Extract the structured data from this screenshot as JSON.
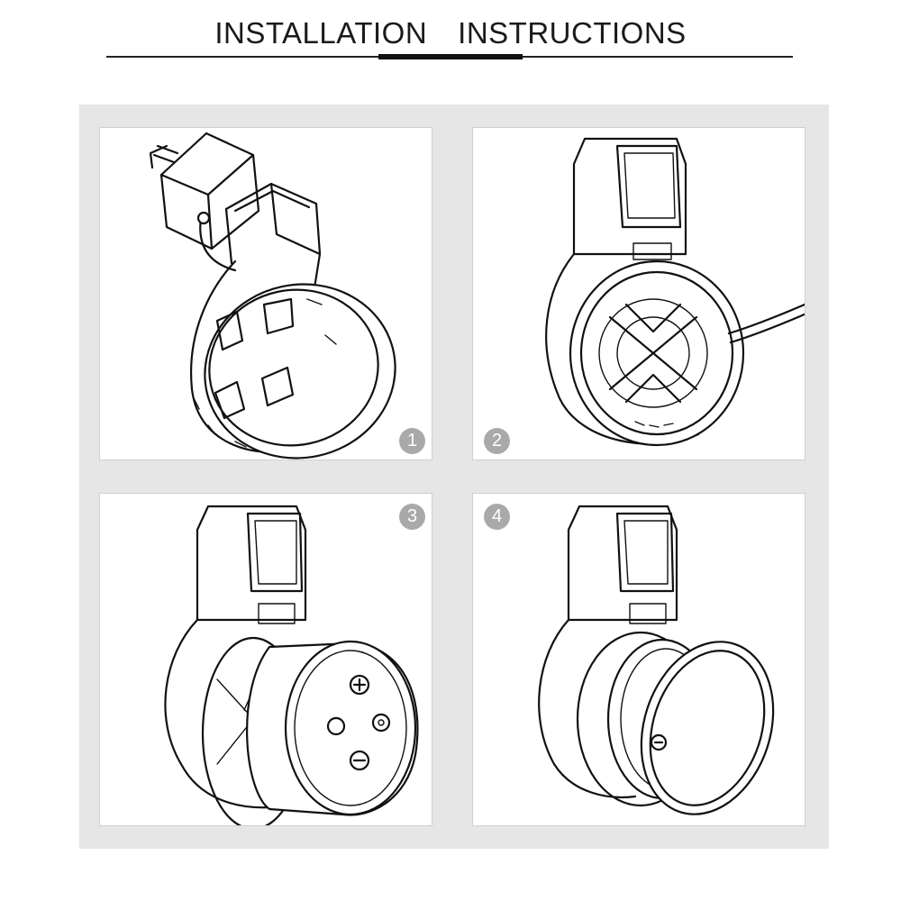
{
  "header": {
    "title_word1": "INSTALLATION",
    "title_word2": "INSTRUCTIONS"
  },
  "steps": [
    {
      "number": "1"
    },
    {
      "number": "2"
    },
    {
      "number": "3"
    },
    {
      "number": "4"
    }
  ],
  "colors": {
    "panel_background": "#e6e6e6",
    "badge": "#a9a9a9",
    "line_art": "#111111"
  }
}
